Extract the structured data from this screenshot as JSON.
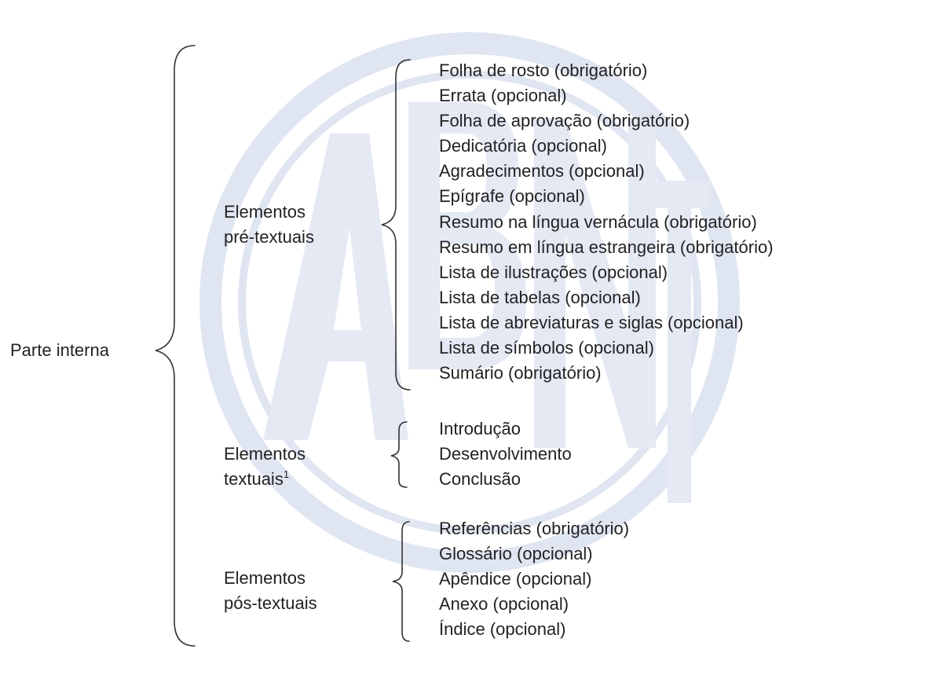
{
  "root": {
    "label": "Parte interna"
  },
  "groups": [
    {
      "label_line1": "Elementos",
      "label_line2": "pré-textuais",
      "items": [
        "Folha de rosto (obrigatório)",
        "Errata (opcional)",
        "Folha de aprovação (obrigatório)",
        "Dedicatória (opcional)",
        "Agradecimentos (opcional)",
        "Epígrafe (opcional)",
        "Resumo na língua vernácula (obrigatório)",
        "Resumo em língua estrangeira (obrigatório)",
        "Lista de ilustrações (opcional)",
        "Lista de tabelas (opcional)",
        "Lista de abreviaturas e siglas (opcional)",
        "Lista de símbolos (opcional)",
        "Sumário (obrigatório)"
      ]
    },
    {
      "label_line1": "Elementos",
      "label_line2": "textuais",
      "footnote_mark": "1",
      "items": [
        "Introdução",
        "Desenvolvimento",
        "Conclusão"
      ]
    },
    {
      "label_line1": "Elementos",
      "label_line2": "pós-textuais",
      "items": [
        "Referências (obrigatório)",
        "Glossário (opcional)",
        "Apêndice (opcional)",
        "Anexo (opcional)",
        "Índice (opcional)"
      ]
    }
  ],
  "watermark": {
    "text": "ABNT",
    "color": "#dde3f0"
  },
  "colors": {
    "text": "#222222",
    "brace": "#333333",
    "background": "#ffffff"
  }
}
